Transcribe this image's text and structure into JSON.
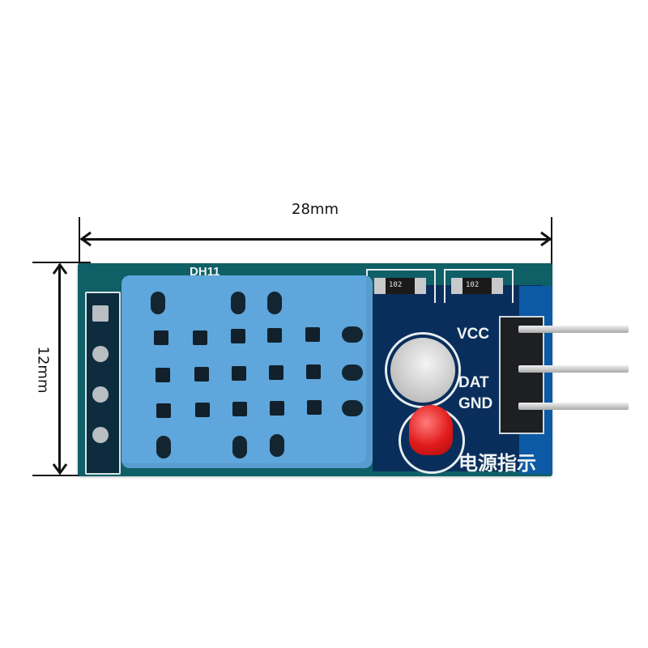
{
  "image": {
    "subject": "DHT11 temperature and humidity sensor module",
    "background_color": "#ffffff"
  },
  "dimensions": {
    "width_label": "28mm",
    "height_label": "12mm"
  },
  "pcb": {
    "color_main": "#0f5f66",
    "color_inner": "#0a2e5c",
    "sensor_label": "DH11",
    "indicator_label": "电源指示",
    "pin_labels": [
      "VCC",
      "DAT",
      "GND"
    ],
    "resistors": [
      {
        "marking": "102"
      },
      {
        "marking": "102"
      }
    ]
  },
  "sensor": {
    "color": "#5ea6db"
  },
  "led": {
    "color": "#e21b1b"
  }
}
